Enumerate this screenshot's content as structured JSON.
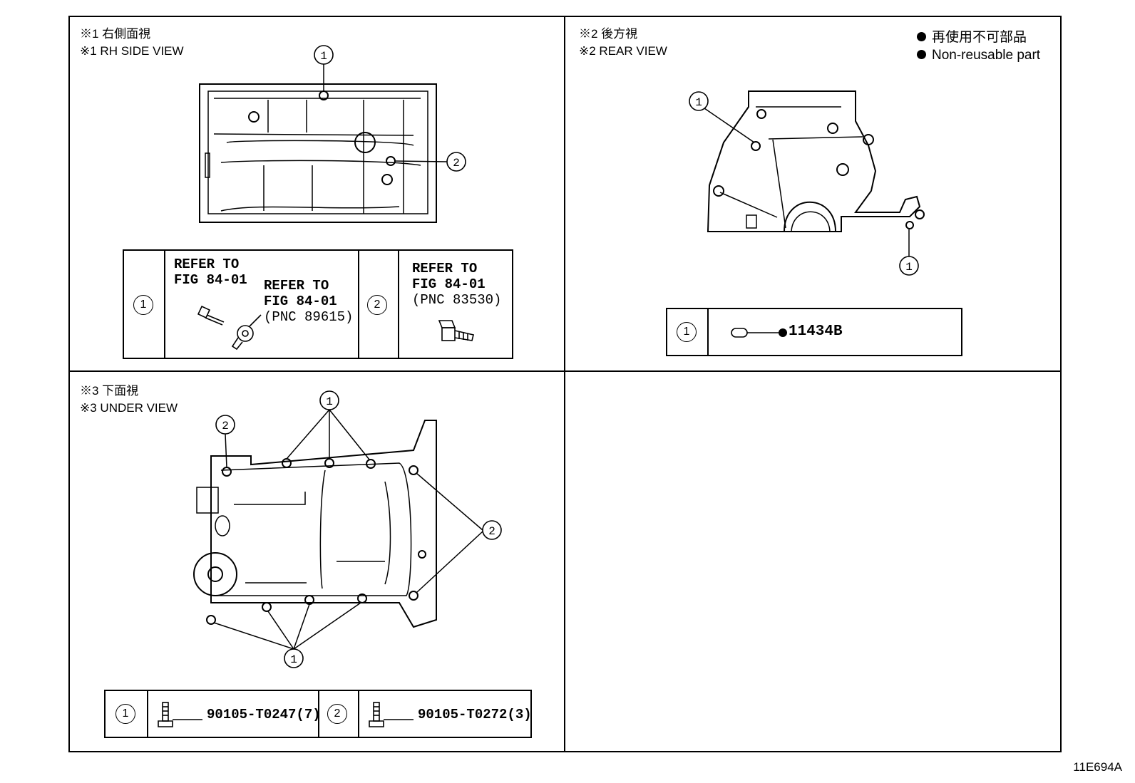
{
  "sections": {
    "rh_side": {
      "label_jp": "※1 右側面視",
      "label_en": "※1 RH SIDE VIEW"
    },
    "rear": {
      "label_jp": "※2 後方視",
      "label_en": "※2 REAR VIEW"
    },
    "under": {
      "label_jp": "※3 下面視",
      "label_en": "※3 UNDER VIEW"
    }
  },
  "legend": {
    "jp": "再使用不可部品",
    "en": "Non-reusable part"
  },
  "callouts": {
    "one": "1",
    "two": "2"
  },
  "rh_table": {
    "item1_num": "1",
    "refer1_line1": "REFER TO",
    "refer1_line2": "FIG 84-01",
    "refer2_line1": "REFER TO",
    "refer2_line2": "FIG 84-01",
    "refer2_line3": "(PNC 89615)",
    "item2_num": "2",
    "refer3_line1": "REFER TO",
    "refer3_line2": "FIG 84-01",
    "refer3_line3": "(PNC 83530)"
  },
  "rear_table": {
    "item1_num": "1",
    "part": "11434B"
  },
  "under_table": {
    "item1_num": "1",
    "part1": "90105-T0247(7)",
    "item2_num": "2",
    "part2": "90105-T0272(3)"
  },
  "figure_id": "11E694A"
}
